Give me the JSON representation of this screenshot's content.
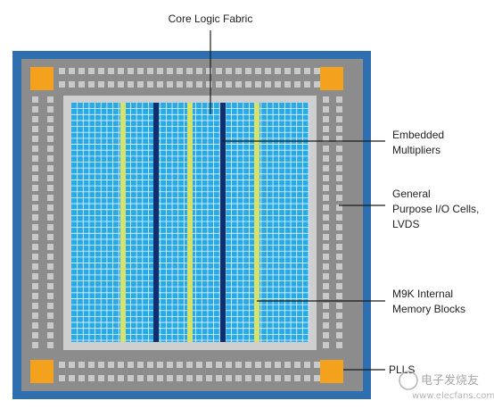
{
  "labels": {
    "core_logic_fabric": "Core Logic Fabric",
    "embedded_multipliers": [
      "Embedded",
      "Multipliers"
    ],
    "general_purpose_io": [
      "General",
      "Purpose I/O Cells,",
      "LVDS"
    ],
    "m9k_memory": [
      "M9K Internal",
      "Memory Blocks"
    ],
    "plls": "PLLS"
  },
  "watermark": {
    "site_name": "电子发烧友",
    "url": "www.elecfans.com"
  },
  "colors": {
    "package_blue": "#2f6fb0",
    "io_ring_gray": "#8c8c8c",
    "io_cell_light": "#c9c9c9",
    "inner_ring_light": "#cfcfcf",
    "logic_fabric_cyan": "#29a9e6",
    "logic_grid_line": "#e8f6fd",
    "multiplier_navy": "#0f2f6e",
    "memory_yellow": "#d6e26a",
    "pll_orange": "#f4a21e",
    "leader_line": "#1a1a1a",
    "label_text": "#222222"
  }
}
